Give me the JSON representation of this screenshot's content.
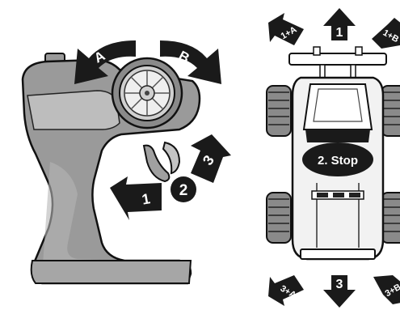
{
  "controller": {
    "steer_left_label": "A",
    "steer_right_label": "B",
    "step1_label": "1",
    "step2_label": "2",
    "step3_label": "3"
  },
  "truck": {
    "forward_label": "1",
    "forward_left_label": "1+A",
    "forward_right_label": "1+B",
    "stop_label": "2. Stop",
    "reverse_label": "3",
    "reverse_left_label": "3+A",
    "reverse_right_label": "3+B"
  },
  "colors": {
    "arrow_dark": "#1a1a1a",
    "controller_body": "#9a9a9a",
    "controller_light": "#c8c8c8",
    "tire_gray": "#8a8a8a",
    "truck_body": "#f2f2f2",
    "outline": "#111111"
  }
}
